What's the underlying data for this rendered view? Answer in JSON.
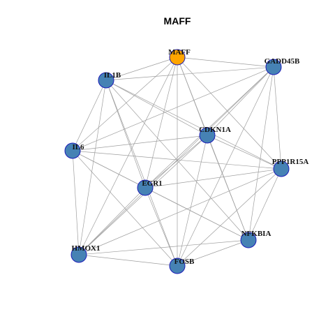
{
  "title": "MAFF",
  "colors": {
    "hub": "#FFA500",
    "node": "#4682B4",
    "node_border": "#1c1cb8",
    "edge": "#9e9e9e",
    "background": "#ffffff"
  },
  "nodes": [
    {
      "id": "MAFF",
      "label": "MAFF",
      "hub": true
    },
    {
      "id": "GADD45B",
      "label": "GADD45B"
    },
    {
      "id": "IL1B",
      "label": "IL1B"
    },
    {
      "id": "CDKN1A",
      "label": "CDKN1A"
    },
    {
      "id": "IL6",
      "label": "IL6"
    },
    {
      "id": "PPP1R15A",
      "label": "PPP1R15A"
    },
    {
      "id": "EGR1",
      "label": "EGR1"
    },
    {
      "id": "NFKBIA",
      "label": "NFKBIA"
    },
    {
      "id": "HMOX1",
      "label": "HMOX1"
    },
    {
      "id": "FOSB",
      "label": "FOSB"
    }
  ],
  "edges": [
    [
      "MAFF",
      "GADD45B"
    ],
    [
      "MAFF",
      "IL1B"
    ],
    [
      "MAFF",
      "CDKN1A"
    ],
    [
      "MAFF",
      "IL6"
    ],
    [
      "MAFF",
      "EGR1"
    ],
    [
      "MAFF",
      "NFKBIA"
    ],
    [
      "MAFF",
      "HMOX1"
    ],
    [
      "MAFF",
      "FOSB"
    ],
    [
      "MAFF",
      "PPP1R15A"
    ],
    [
      "GADD45B",
      "IL1B"
    ],
    [
      "GADD45B",
      "CDKN1A"
    ],
    [
      "GADD45B",
      "IL6"
    ],
    [
      "GADD45B",
      "EGR1"
    ],
    [
      "GADD45B",
      "PPP1R15A"
    ],
    [
      "GADD45B",
      "NFKBIA"
    ],
    [
      "GADD45B",
      "FOSB"
    ],
    [
      "GADD45B",
      "HMOX1"
    ],
    [
      "IL1B",
      "CDKN1A"
    ],
    [
      "IL1B",
      "IL6"
    ],
    [
      "IL1B",
      "EGR1"
    ],
    [
      "IL1B",
      "FOSB"
    ],
    [
      "IL1B",
      "HMOX1"
    ],
    [
      "IL1B",
      "NFKBIA"
    ],
    [
      "IL1B",
      "PPP1R15A"
    ],
    [
      "CDKN1A",
      "IL6"
    ],
    [
      "CDKN1A",
      "EGR1"
    ],
    [
      "CDKN1A",
      "PPP1R15A"
    ],
    [
      "CDKN1A",
      "NFKBIA"
    ],
    [
      "CDKN1A",
      "HMOX1"
    ],
    [
      "CDKN1A",
      "FOSB"
    ],
    [
      "IL6",
      "EGR1"
    ],
    [
      "IL6",
      "PPP1R15A"
    ],
    [
      "IL6",
      "HMOX1"
    ],
    [
      "IL6",
      "FOSB"
    ],
    [
      "IL6",
      "NFKBIA"
    ],
    [
      "EGR1",
      "PPP1R15A"
    ],
    [
      "EGR1",
      "NFKBIA"
    ],
    [
      "EGR1",
      "HMOX1"
    ],
    [
      "EGR1",
      "FOSB"
    ],
    [
      "PPP1R15A",
      "NFKBIA"
    ],
    [
      "PPP1R15A",
      "HMOX1"
    ],
    [
      "PPP1R15A",
      "FOSB"
    ],
    [
      "NFKBIA",
      "FOSB"
    ],
    [
      "NFKBIA",
      "HMOX1"
    ],
    [
      "HMOX1",
      "FOSB"
    ]
  ]
}
